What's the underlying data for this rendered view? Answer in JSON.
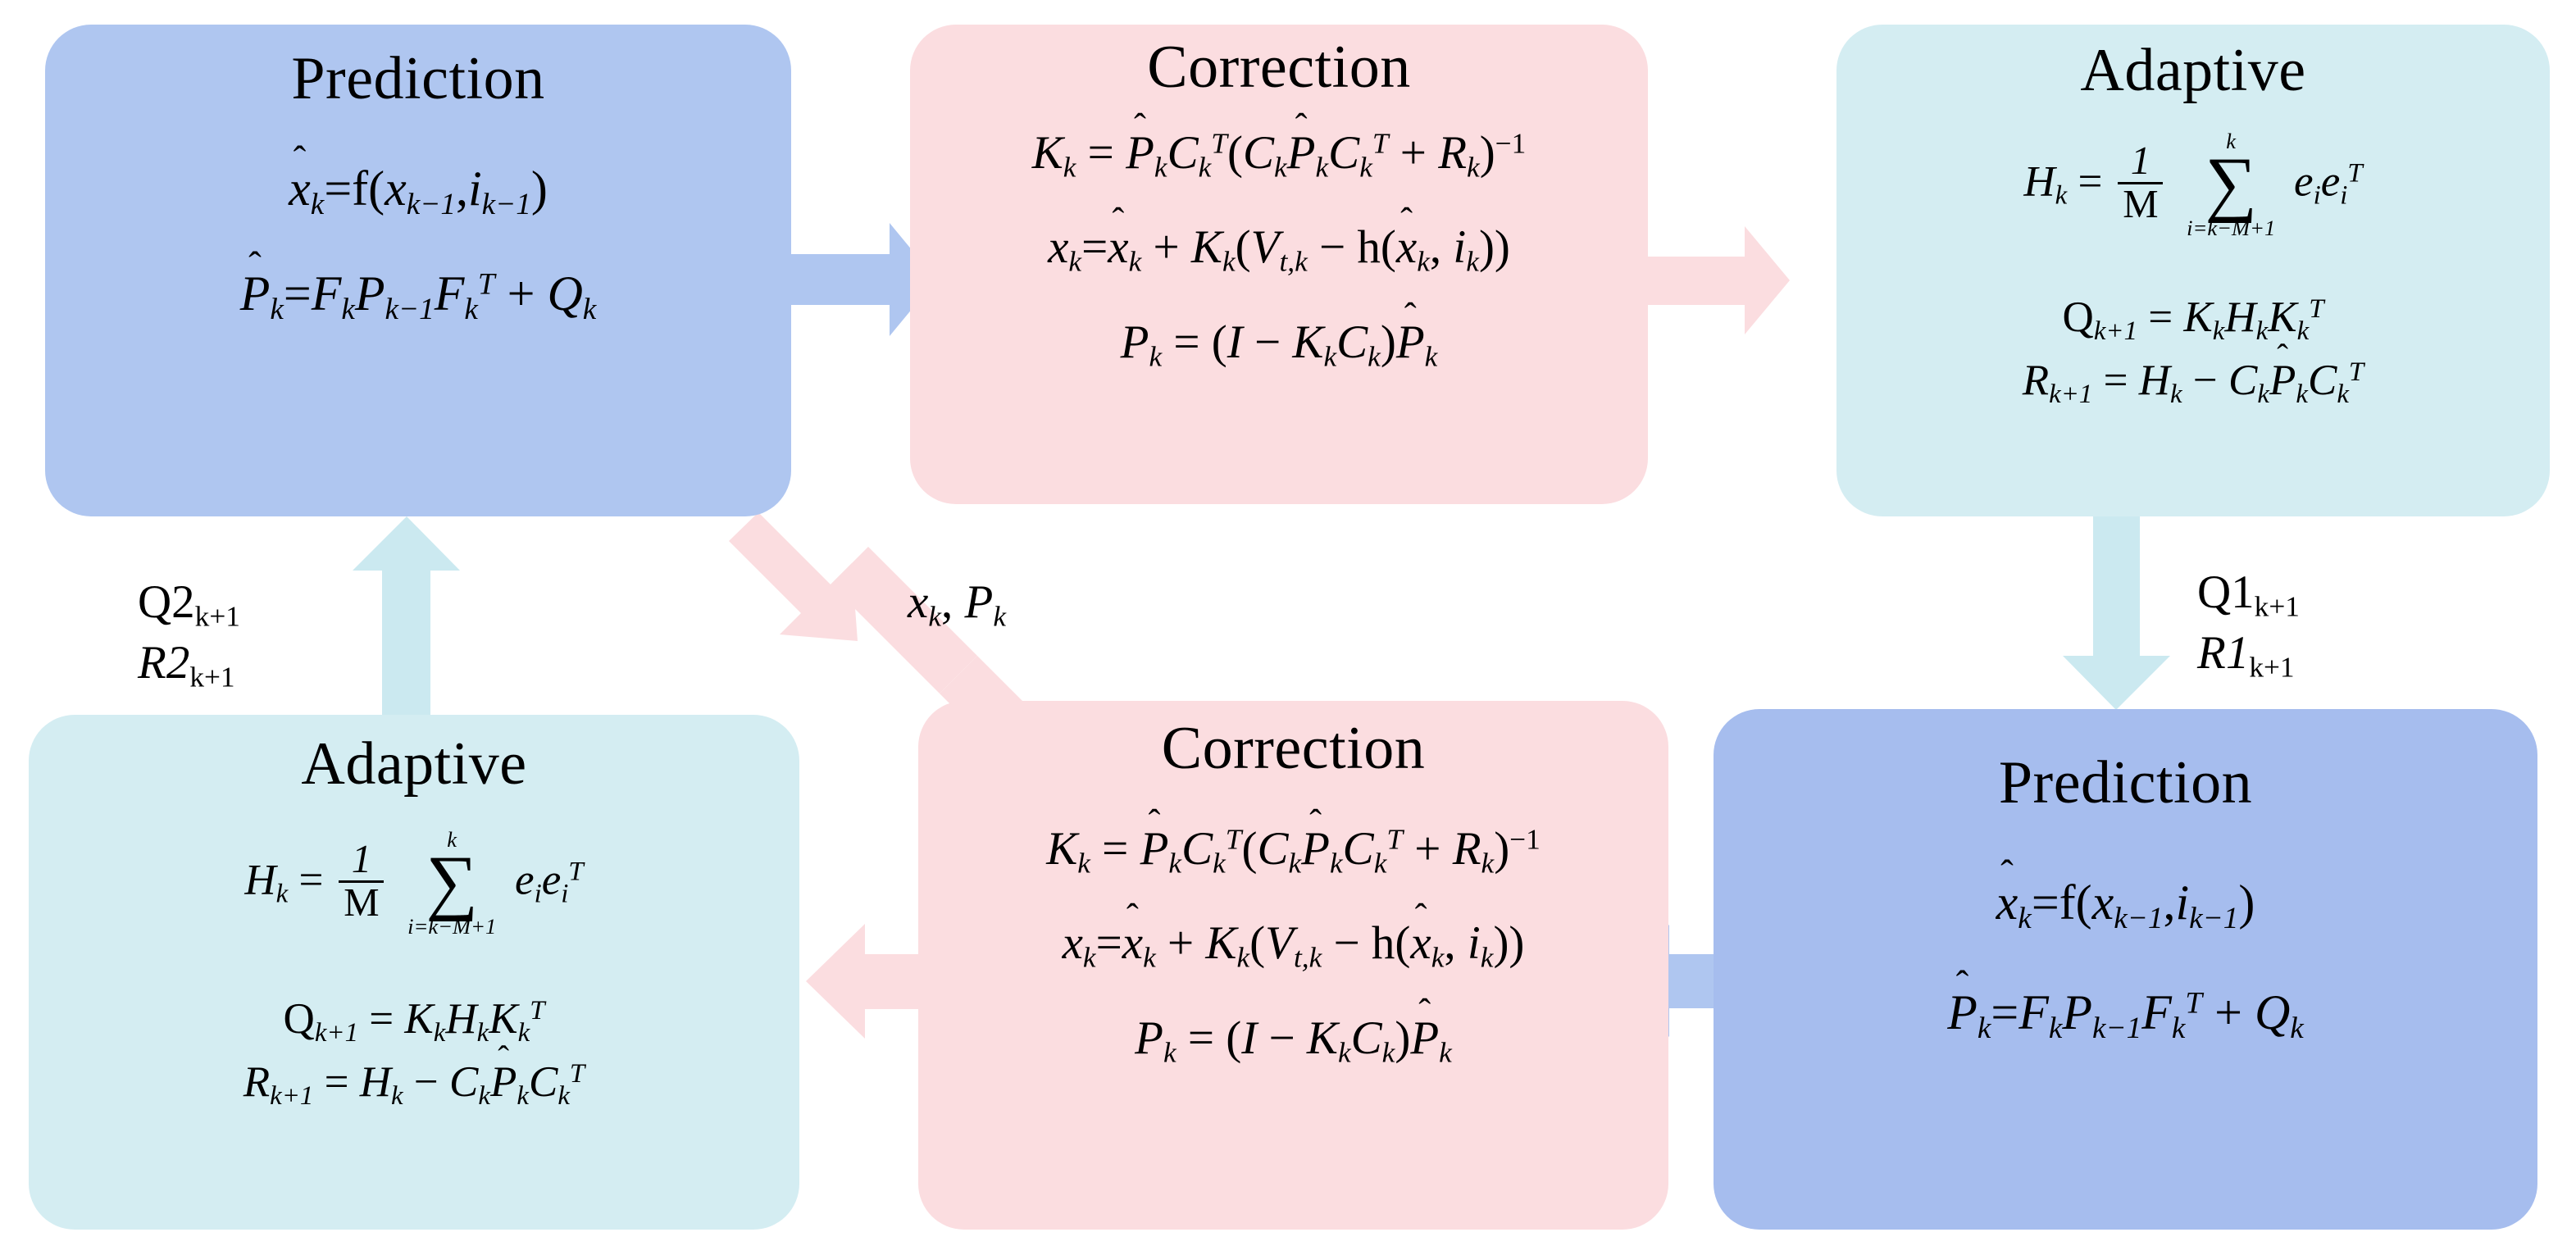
{
  "diagram": {
    "title": "Dual-stage Adaptive Kalman Filter Flow",
    "colors": {
      "blue_box": "#AFC6F0",
      "blue_box_dark": "#A6BDEE",
      "pink_box": "#FBDDE0",
      "cyan_box": "#D4EDF2",
      "blue_arrow": "#AFC6F0",
      "pink_arrow": "#FBDDE0",
      "cyan_arrow": "#CBE9F0",
      "text": "#000000",
      "background": "#FFFFFF"
    }
  },
  "boxes": [
    {
      "id": "prediction-top",
      "title": "Prediction",
      "kind": "prediction",
      "color": "#AFC6F0",
      "equations": [
        "x̂k=f(xk−1,ik−1)",
        "P̂k=FkPk−1FkT + Qk"
      ]
    },
    {
      "id": "correction-top",
      "title": "Correction",
      "kind": "correction",
      "color": "#FBDDE0",
      "equations": [
        "Kk = P̂kCkT(CkP̂kCkT + Rk)−1",
        "xk=x̂k + Kk(Vt,k − h(x̂k, ik))",
        "Pk = (I − KkCk)P̂k"
      ]
    },
    {
      "id": "adaptive-top",
      "title": "Adaptive",
      "kind": "adaptive",
      "color": "#D4EDF2",
      "equations": [
        "Hk = 1/M Σ(i=k−M+1 to k) eieiT",
        "Qk+1 = KkHkKkT",
        "Rk+1 = Hk − CkP̂kCkT"
      ]
    },
    {
      "id": "adaptive-bottom",
      "title": "Adaptive",
      "kind": "adaptive",
      "color": "#D4EDF2",
      "equations": [
        "Hk = 1/M Σ(i=k−M+1 to k) eieiT",
        "Qk+1 = KkHkKkT",
        "Rk+1 = Hk − CkP̂kCkT"
      ]
    },
    {
      "id": "correction-bottom",
      "title": "Correction",
      "kind": "correction",
      "color": "#FBDDE0",
      "equations": [
        "Kk = P̂kCkT(CkP̂kCkT + Rk)−1",
        "xk=x̂k + Kk(Vt,k − h(x̂k, ik))",
        "Pk = (I − KkCk)P̂k"
      ]
    },
    {
      "id": "prediction-bottom",
      "title": "Prediction",
      "kind": "prediction",
      "color": "#A6BDEE",
      "equations": [
        "x̂k=f(xk−1,ik−1)",
        "P̂k=FkPk−1FkT + Qk"
      ]
    }
  ],
  "symbols": {
    "hat": "^",
    "sigma": "∑",
    "minus": "−",
    "plus": "+",
    "equals": "=",
    "one": "1",
    "M": "M",
    "k": "k",
    "i": "i",
    "e": "e",
    "T": "T",
    "neg_one": "−1",
    "sum_upper": "k",
    "sum_lower": "i=k−M+1"
  },
  "arrow_labels": {
    "q2": "Q2",
    "q2_sub": "k+1",
    "r2": "R2",
    "r2_sub": "k+1",
    "q1": "Q1",
    "q1_sub": "k+1",
    "r1": "R1",
    "r1_sub": "k+1",
    "state_x": "x",
    "state_x_sub": "k",
    "state_comma": ", ",
    "state_p": "P",
    "state_p_sub": "k"
  },
  "arrows": [
    {
      "id": "pred-to-corr-top",
      "direction": "right",
      "color": "#AFC6F0"
    },
    {
      "id": "corr-to-adapt-top",
      "direction": "right",
      "color": "#FBDDE0"
    },
    {
      "id": "adapt-to-pred-right",
      "direction": "down",
      "color": "#CBE9F0"
    },
    {
      "id": "pred-to-corr-bottom",
      "direction": "left",
      "color": "#AFC6F0"
    },
    {
      "id": "corr-to-adapt-bottom",
      "direction": "left",
      "color": "#FBDDE0"
    },
    {
      "id": "adapt-to-pred-left",
      "direction": "up",
      "color": "#CBE9F0"
    },
    {
      "id": "corr-to-pred-diagonal",
      "direction": "up-left",
      "color": "#FBDDE0"
    }
  ]
}
